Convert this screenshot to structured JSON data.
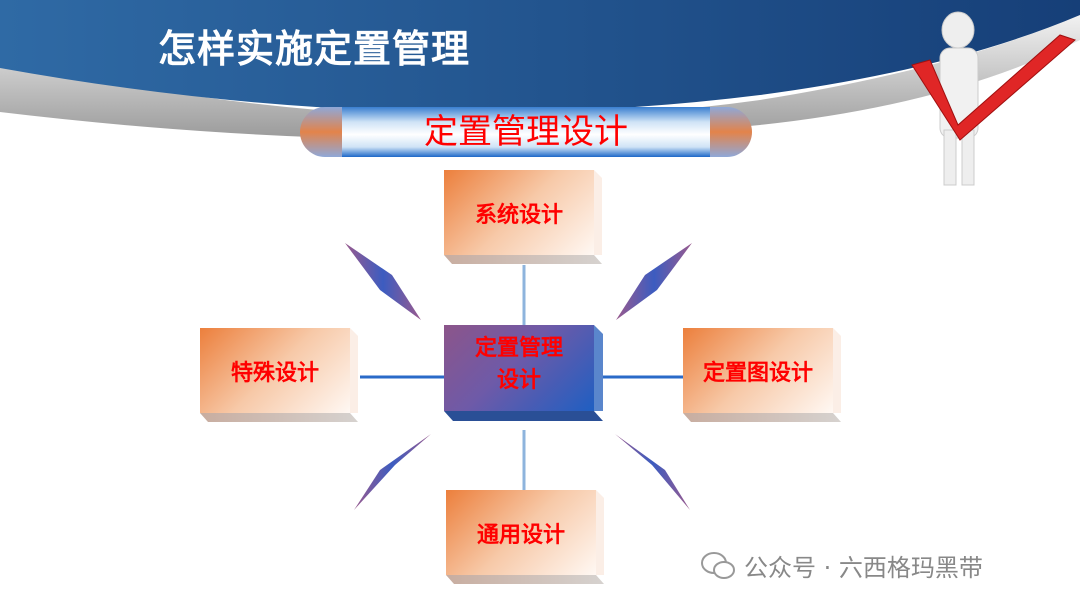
{
  "slide": {
    "title": "怎样实施定置管理",
    "banner": "定置管理设计",
    "center": {
      "line1": "定置管理",
      "line2": "设计"
    },
    "nodes": {
      "top": "系统设计",
      "left": "特殊设计",
      "right": "定置图设计",
      "bottom": "通用设计"
    },
    "watermark": "公众号 · 六西格玛黑带"
  },
  "colors": {
    "header_blue": "#1f4f8a",
    "accent_red": "#ff0000",
    "box_orange": "#ec7f3c",
    "center_purple": "#6e5aa8"
  }
}
